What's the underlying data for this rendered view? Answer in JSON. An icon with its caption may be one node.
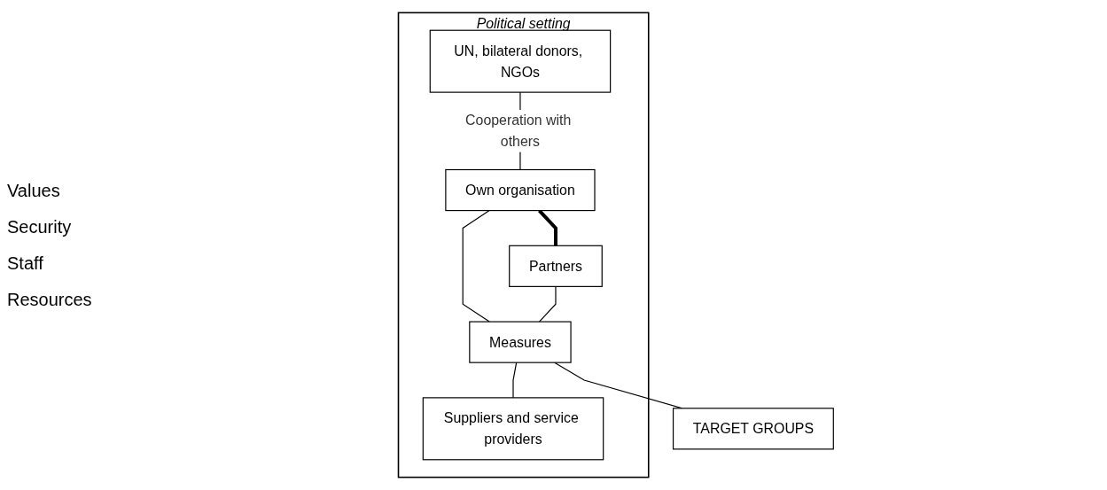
{
  "diagram": {
    "nodes": [
      {
        "text": [
          "Political setting"
        ]
      },
      {
        "text": [
          "UN, bilateral donors, NGOs"
        ],
        "in": 0
      },
      {
        "text": [
          "Own organisation"
        ],
        "in": 0
      },
      {
        "text": [
          "Partners"
        ],
        "in": 0
      },
      {
        "text": [
          "Measures"
        ],
        "in": 0
      },
      {
        "text": [
          "Suppliers and service providers"
        ],
        "in": 0
      },
      {
        "text": [
          "TARGET GROUPS"
        ]
      }
    ],
    "edges": [
      {
        "from": 1,
        "to": 2,
        "arrow": "none",
        "label": "Cooperation with others"
      },
      {
        "from": 2,
        "to": 3,
        "arrow": "none",
        "style": "thick"
      },
      {
        "from": 2,
        "to": 4,
        "arrow": "none"
      },
      {
        "from": 3,
        "to": 4,
        "arrow": "none"
      },
      {
        "from": 4,
        "to": 5,
        "arrow": "none"
      },
      {
        "from": 4,
        "to": 6,
        "arrow": "none"
      }
    ],
    "labels": [
      "Values",
      "Security",
      "Staff",
      "Resources"
    ]
  }
}
